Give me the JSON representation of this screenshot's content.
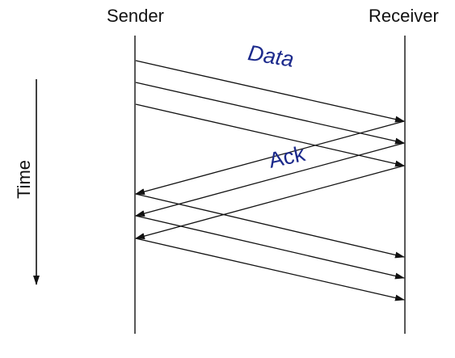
{
  "diagram": {
    "sender_label": "Sender",
    "receiver_label": "Receiver",
    "data_label": "Data",
    "ack_label": "Ack",
    "time_label": "Time",
    "colors": {
      "line": "#111111",
      "annotation": "#1c2a8c"
    },
    "messages": [
      {
        "kind": "data",
        "direction": "sender-to-receiver"
      },
      {
        "kind": "data",
        "direction": "sender-to-receiver"
      },
      {
        "kind": "data",
        "direction": "sender-to-receiver"
      },
      {
        "kind": "ack",
        "direction": "receiver-to-sender"
      },
      {
        "kind": "ack",
        "direction": "receiver-to-sender"
      },
      {
        "kind": "ack",
        "direction": "receiver-to-sender"
      },
      {
        "kind": "data",
        "direction": "sender-to-receiver"
      },
      {
        "kind": "data",
        "direction": "sender-to-receiver"
      },
      {
        "kind": "data",
        "direction": "sender-to-receiver"
      }
    ]
  }
}
